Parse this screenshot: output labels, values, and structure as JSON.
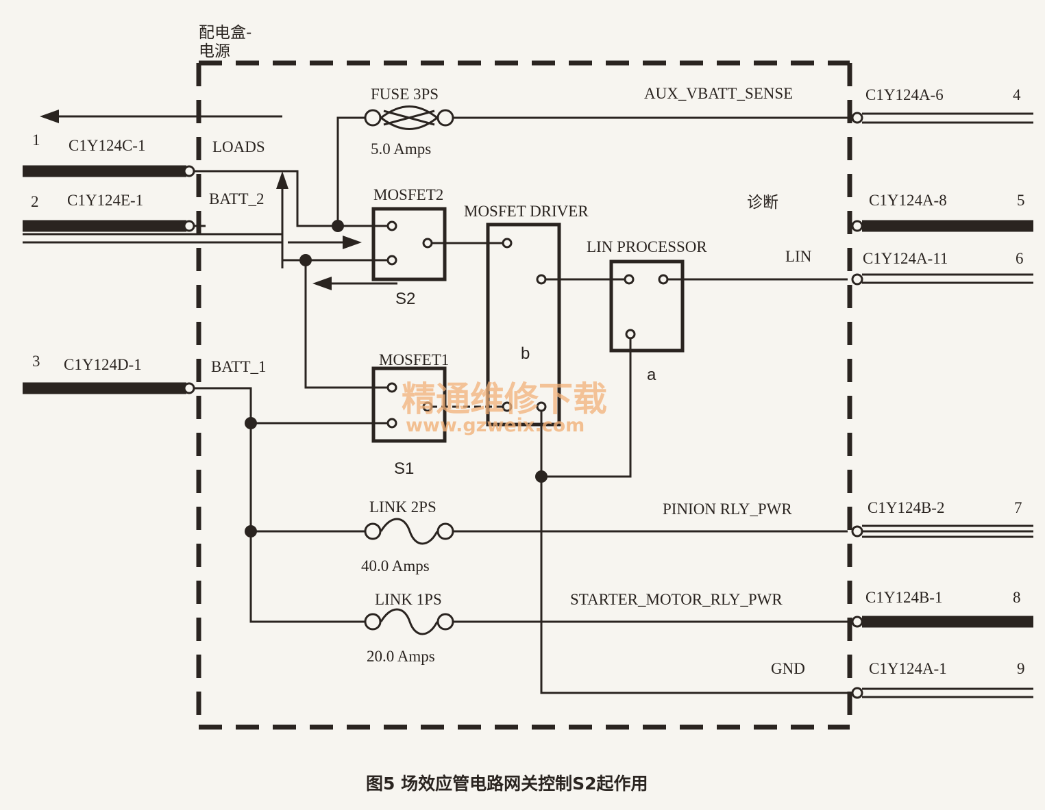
{
  "module": {
    "title_line1": "配电盒-",
    "title_line2": "电源",
    "diag_label": "诊断"
  },
  "left_connectors": [
    {
      "num": "1",
      "code": "C1Y124C-1",
      "signal": "LOADS"
    },
    {
      "num": "2",
      "code": "C1Y124E-1",
      "signal": "BATT_2"
    },
    {
      "num": "3",
      "code": "C1Y124D-1",
      "signal": "BATT_1"
    }
  ],
  "right_connectors": [
    {
      "num": "4",
      "code": "C1Y124A-6",
      "signal": "AUX_VBATT_SENSE"
    },
    {
      "num": "5",
      "code": "C1Y124A-8",
      "signal": ""
    },
    {
      "num": "6",
      "code": "C1Y124A-11",
      "signal": "LIN"
    },
    {
      "num": "7",
      "code": "C1Y124B-2",
      "signal": "PINION RLY_PWR"
    },
    {
      "num": "8",
      "code": "C1Y124B-1",
      "signal": "STARTER_MOTOR_RLY_PWR"
    },
    {
      "num": "9",
      "code": "C1Y124A-1",
      "signal": "GND"
    }
  ],
  "components": {
    "fuse3": {
      "name": "FUSE 3PS",
      "rating": "5.0 Amps"
    },
    "link2": {
      "name": "LINK 2PS",
      "rating": "40.0 Amps"
    },
    "link1": {
      "name": "LINK 1PS",
      "rating": "20.0 Amps"
    },
    "mosfet2": {
      "name": "MOSFET2",
      "switch": "S2"
    },
    "mosfet1": {
      "name": "MOSFET1",
      "switch": "S1"
    },
    "driver": {
      "name": "MOSFET DRIVER",
      "node": "b"
    },
    "lin_processor": {
      "name": "LIN PROCESSOR",
      "node": "a"
    }
  },
  "watermark": {
    "line1": "精通维修下载",
    "line2": "www.gzweix.com"
  },
  "caption": "图5  场效应管电路网关控制S2起作用"
}
